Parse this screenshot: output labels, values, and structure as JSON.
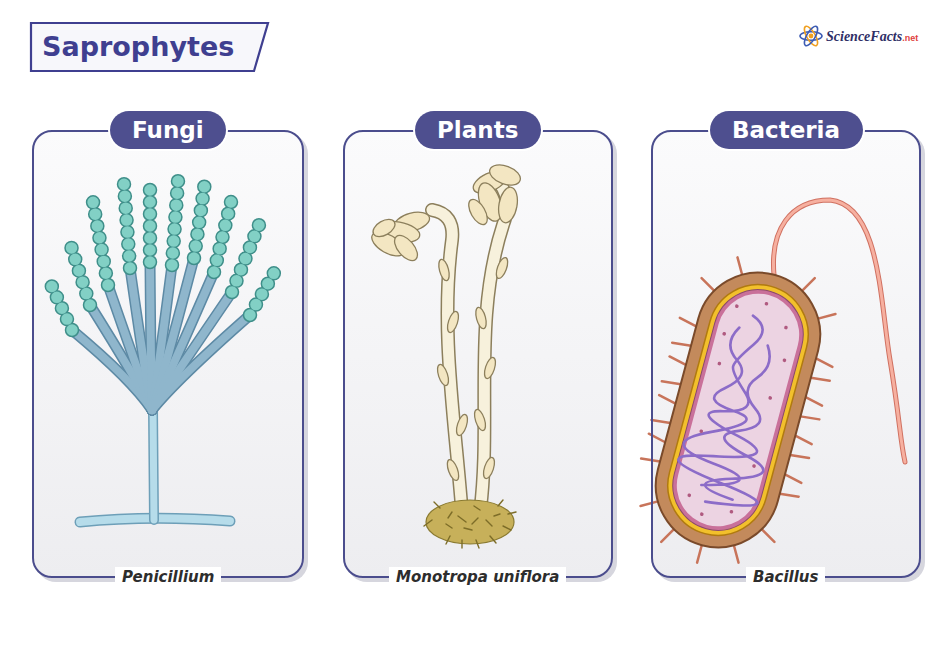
{
  "diagram": {
    "title": "Saprophytes",
    "nodes": [
      {
        "text": [
          "Penicillium"
        ]
      },
      {
        "text": [
          "Fungi"
        ],
        "in": 0
      },
      {
        "text": [
          "Monotropa uniflora"
        ]
      },
      {
        "text": [
          "Plants"
        ],
        "in": 2
      },
      {
        "text": [
          "Bacillus"
        ]
      },
      {
        "text": [
          "Bacteria"
        ],
        "in": 4
      }
    ],
    "labels": [
      "ScienceFacts",
      ".net"
    ]
  }
}
